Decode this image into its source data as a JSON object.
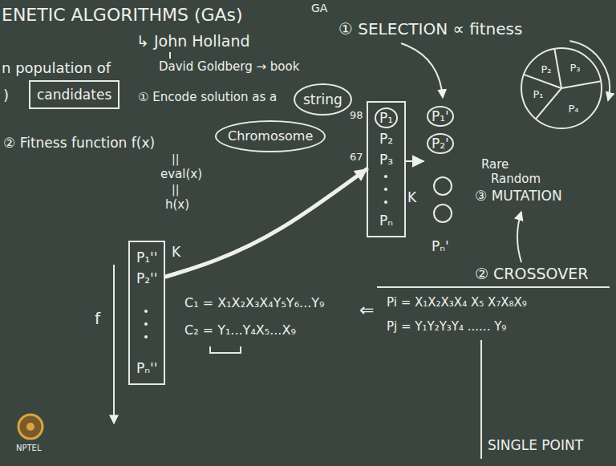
{
  "diagram": {
    "title": "ENETIC ALGORITHMS (GAs)",
    "nodes": [
      {
        "text": [
          "candidates"
        ]
      },
      {
        "text": [
          "string"
        ]
      },
      {
        "text": [
          "P₁",
          "P₂",
          "P₃",
          "Pₙ"
        ]
      },
      {
        "text": [
          "P₁'",
          "P₂'",
          "Pₙ'"
        ]
      },
      {
        "text": [
          "P₁",
          "P₂",
          "P₃",
          "P₄"
        ]
      },
      {
        "text": [
          "Chromosome"
        ]
      },
      {
        "text": [
          "P₁''",
          "P₂''",
          "Pₙ''"
        ]
      }
    ],
    "edges": [
      {
        "from": 6,
        "to": 2,
        "arrow": "to"
      },
      {
        "from": 2,
        "to": 3,
        "arrow": "to"
      }
    ],
    "labels": [
      "GA",
      "↳ John Holland",
      "David Goldberg → book",
      "n population of",
      ")",
      "① Encode solution as a",
      "② Fitness function f(x)",
      "||",
      "eval(x)",
      "||",
      "h(x)",
      "① SELECTION ∝ fitness",
      "98",
      "67",
      "K",
      "Rare",
      "Random",
      "③ MUTATION",
      "② CROSSOVER",
      "Pi = X₁X₂X₃X₄ X₅ X₇X₈X₉",
      "Pj = Y₁Y₂Y₃Y₄ ...... Y₉",
      "⇐",
      "C₁ = X₁X₂X₃X₄Y₅Y₆...Y₉",
      "C₂ = Y₁...Y₄X₅...X₉",
      "SINGLE POINT",
      "f",
      "K",
      "NPTEL"
    ]
  }
}
